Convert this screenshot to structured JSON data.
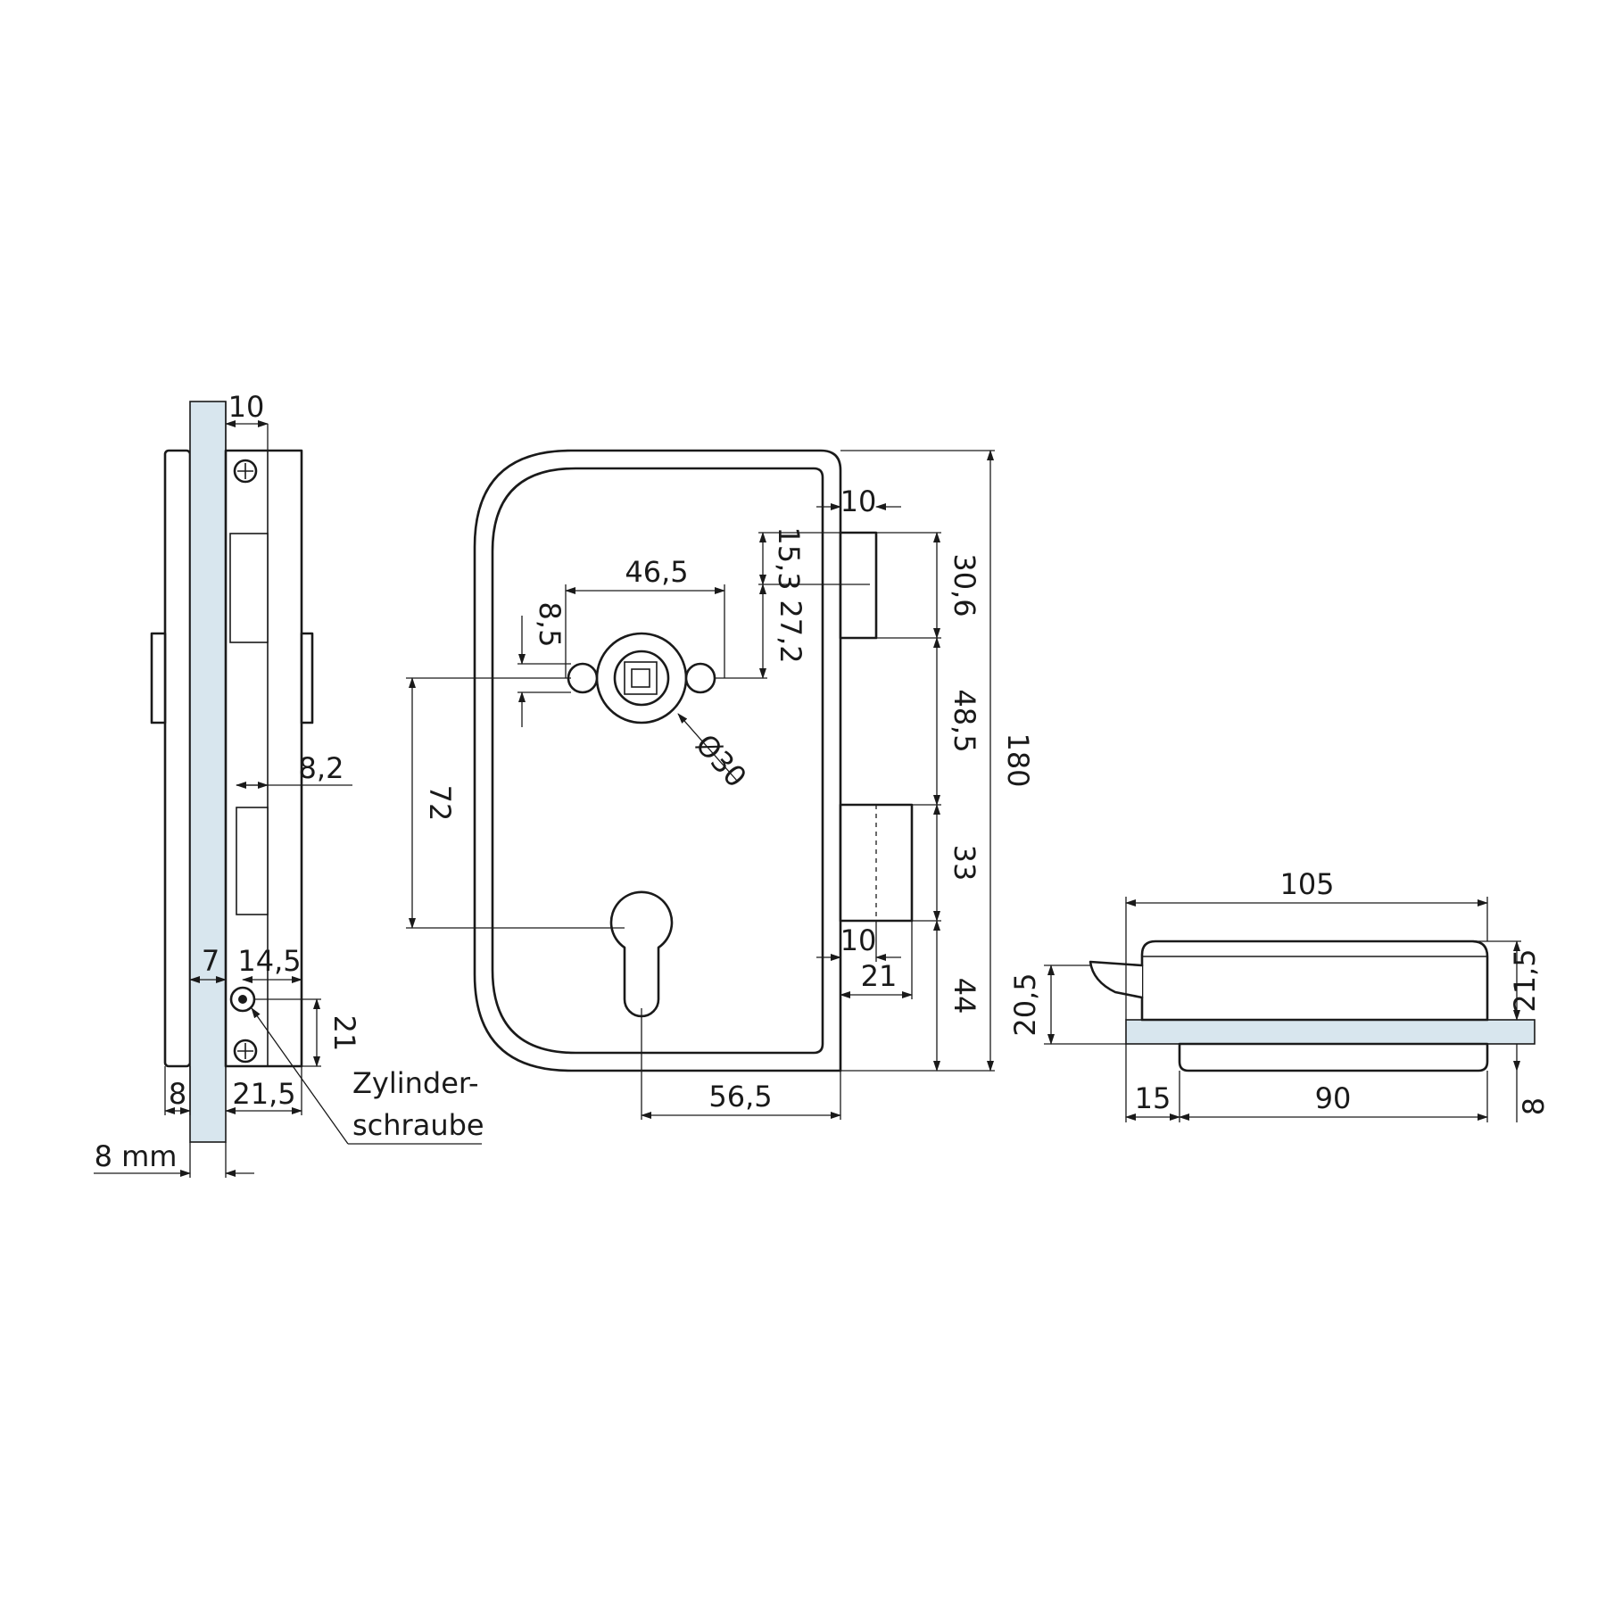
{
  "dimensions": {
    "side_top_width": "10",
    "side_slot_width": "8,2",
    "side_glass_offset": "7",
    "side_screw_offset": "14,5",
    "side_screw_height": "21",
    "side_base_width": "8",
    "side_bottom_width": "21,5",
    "glass_thickness": "8 mm",
    "front_spindle_distance": "46,5",
    "front_lug_height": "8,5",
    "front_top_offset": "15,3",
    "front_spindle_height": "27,2",
    "front_latch_width": "10",
    "front_latch_height": "30,6",
    "front_rosette_diameter": "Ø30",
    "front_center_distance": "72",
    "front_upper_gap": "48,5",
    "front_bolt_height": "33",
    "front_bolt_offset": "10",
    "front_bolt_width": "21",
    "front_lower_height": "44",
    "front_total_height": "180",
    "front_backset": "56,5",
    "top_total_width": "105",
    "top_total_height": "21,5",
    "top_bolt_height": "20,5",
    "top_edge_offset": "15",
    "top_plate_width": "90",
    "top_plate_thickness": "8"
  },
  "callout": {
    "line1": "Zylinder-",
    "line2": "schraube"
  }
}
